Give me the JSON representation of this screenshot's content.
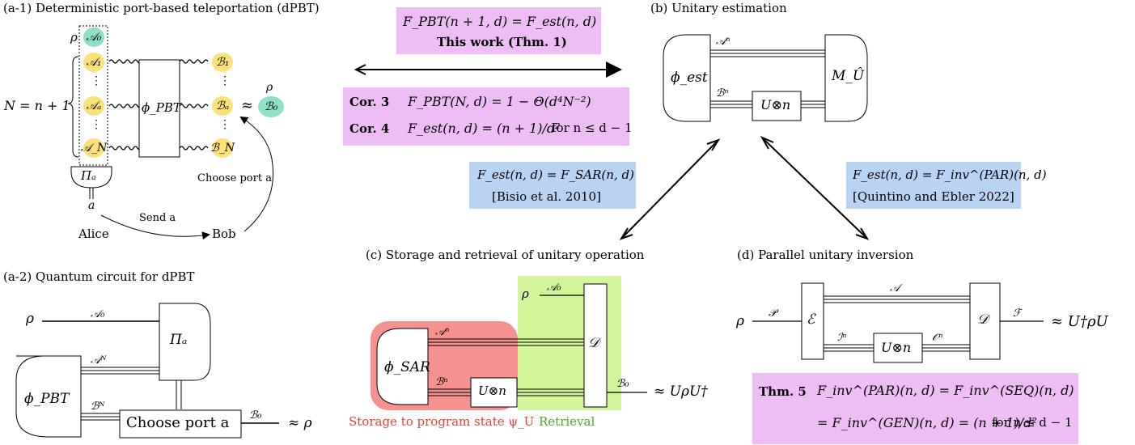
{
  "a1": {
    "title": "(a-1) Deterministic port-based teleportation (dPBT)",
    "rho": "ρ",
    "A0": "𝒜₀",
    "A1": "𝒜₁",
    "Aa": "𝒜ₐ",
    "AN": "𝒜_N",
    "B1": "ℬ₁",
    "Ba": "ℬₐ",
    "BN": "ℬ_N",
    "B0": "ℬ₀",
    "rho2": "ρ",
    "approx": "≈",
    "phi": "ϕ_PBT",
    "N_eq": "N = n + 1",
    "Pi": "Πₐ",
    "a_label": "a",
    "alice": "Alice",
    "bob": "Bob",
    "send": "Send a",
    "choose": "Choose port a",
    "dots": "⋮"
  },
  "a2": {
    "title": "(a-2) Quantum circuit for dPBT",
    "rho": "ρ",
    "A0": "𝒜₀",
    "AN": "𝒜ᴺ",
    "BN": "ℬᴺ",
    "B0": "ℬ₀",
    "phi": "ϕ_PBT",
    "Pi": "Πₐ",
    "choose": "Choose port a",
    "out": "≈ ρ"
  },
  "top_box": {
    "eq": "F_PBT(n + 1, d) = F_est(n, d)",
    "label": "This work (Thm. 1)"
  },
  "cor_box": {
    "cor3_label": "Cor. 3",
    "cor3_eq": "F_PBT(N, d) = 1 − Θ(d⁴N⁻²)",
    "cor4_label": "Cor. 4",
    "cor4_eq": "F_est(n, d) = (n + 1)/d²",
    "cor4_cond": "for n ≤ d − 1"
  },
  "b": {
    "title": "(b) Unitary estimation",
    "phi": "ϕ_est",
    "M": "M_Û",
    "An": "𝒜ⁿ",
    "Bn": "ℬⁿ",
    "U": "U⊗n"
  },
  "blue_left": {
    "eq": "F_est(n, d) = F_SAR(n, d)",
    "cite": "[Bisio et al. 2010]"
  },
  "blue_right": {
    "eq": "F_est(n, d) = F_inv^(PAR)(n, d)",
    "cite": "[Quintino and Ebler 2022]"
  },
  "c": {
    "title": "(c) Storage and retrieval of unitary operation",
    "rho": "ρ",
    "A0": "𝒜₀",
    "An": "𝒜ⁿ",
    "Bn": "ℬⁿ",
    "B0": "ℬ₀",
    "phi": "ϕ_SAR",
    "U": "U⊗n",
    "D": "𝒟",
    "out": "≈ UρU†",
    "storage": "Storage to program state ψ_U",
    "retrieval": "Retrieval"
  },
  "d": {
    "title": "(d) Parallel unitary inversion",
    "rho": "ρ",
    "P": "𝒫",
    "E": "ℰ",
    "A": "𝒜",
    "In": "ℐⁿ",
    "On": "𝒪ⁿ",
    "U": "U⊗n",
    "D": "𝒟",
    "F": "ℱ",
    "out": "≈ U†ρU"
  },
  "thm_box": {
    "label": "Thm. 5",
    "line1": "F_inv^(PAR)(n, d) = F_inv^(SEQ)(n, d)",
    "line2": "= F_inv^(GEN)(n, d) = (n + 1)/d²",
    "cond": "for n ≤ d − 1"
  },
  "colors": {
    "purple": "#eebdf5",
    "blue": "#b9d3f5",
    "red": "#f5918f",
    "green": "#d2f59a",
    "yellow": "#fbe17a",
    "teal": "#8ee0c8",
    "storage_text": "#e8403a",
    "retrieval_text": "#55a82a"
  }
}
